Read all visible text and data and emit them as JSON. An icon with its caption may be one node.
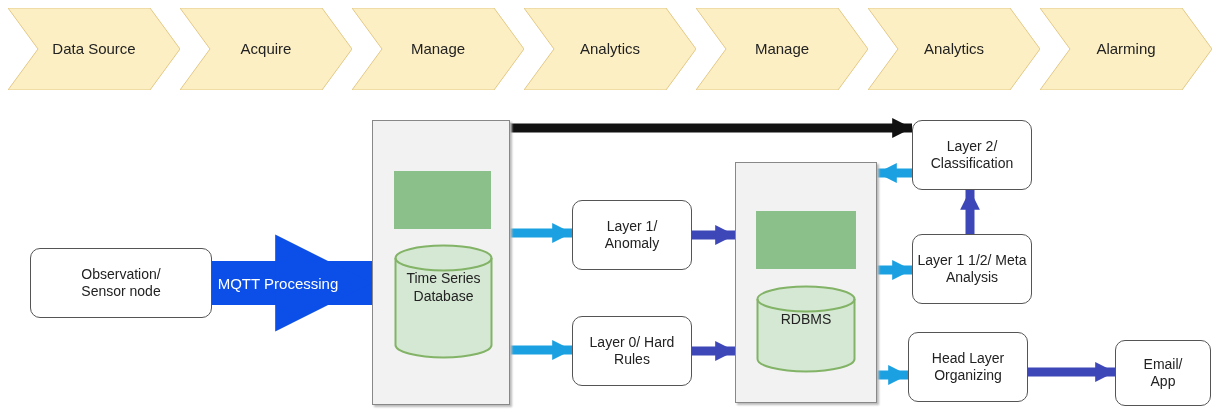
{
  "diagram": {
    "nodes": [
      {
        "text": [
          "Data Source"
        ]
      },
      {
        "text": [
          "Acquire"
        ]
      },
      {
        "text": [
          "Manage"
        ]
      },
      {
        "text": [
          "Analytics"
        ]
      },
      {
        "text": [
          "Manage"
        ]
      },
      {
        "text": [
          "Analytics"
        ]
      },
      {
        "text": [
          "Alarming"
        ]
      },
      {
        "text": [
          "Observation/ Sensor node"
        ]
      },
      {
        "text": [],
        "shape": "box"
      },
      {
        "text": [],
        "shape": "box",
        "in": 8
      },
      {
        "text": [
          "Time Series Database"
        ],
        "in": 8
      },
      {
        "text": [
          "Layer 1/ Anomaly"
        ]
      },
      {
        "text": [
          "Layer 0/ Hard Rules"
        ]
      },
      {
        "text": [],
        "shape": "box"
      },
      {
        "text": [],
        "shape": "box",
        "in": 13
      },
      {
        "text": [
          "RDBMS"
        ],
        "in": 13
      },
      {
        "text": [
          "Layer 2/ Classification"
        ]
      },
      {
        "text": [
          "Layer 1 1/2/ Meta Analysis"
        ]
      },
      {
        "text": [
          "Head Layer Organizing"
        ]
      },
      {
        "text": [
          "Email/ App"
        ]
      }
    ],
    "edges": [
      {
        "from": 7,
        "to": 8,
        "arrow": "to",
        "label": "MQTT Processing",
        "style": "thick",
        "color": "#0b4ee8"
      },
      {
        "from": 8,
        "to": 16,
        "arrow": "to",
        "color": "#111111"
      },
      {
        "from": 8,
        "to": 11,
        "arrow": "to"
      },
      {
        "from": 8,
        "to": 12,
        "arrow": "to"
      },
      {
        "from": 11,
        "to": 13,
        "arrow": "to",
        "color": "#3d47b8"
      },
      {
        "from": 12,
        "to": 13,
        "arrow": "to",
        "color": "#3d47b8"
      },
      {
        "from": 16,
        "to": 13,
        "arrow": "to"
      },
      {
        "from": 17,
        "to": 16,
        "arrow": "to",
        "color": "#3d47b8"
      },
      {
        "from": 13,
        "to": 17,
        "arrow": "to"
      },
      {
        "from": 13,
        "to": 18,
        "arrow": "to"
      },
      {
        "from": 18,
        "to": 19,
        "arrow": "to",
        "color": "#3d47b8"
      }
    ]
  }
}
